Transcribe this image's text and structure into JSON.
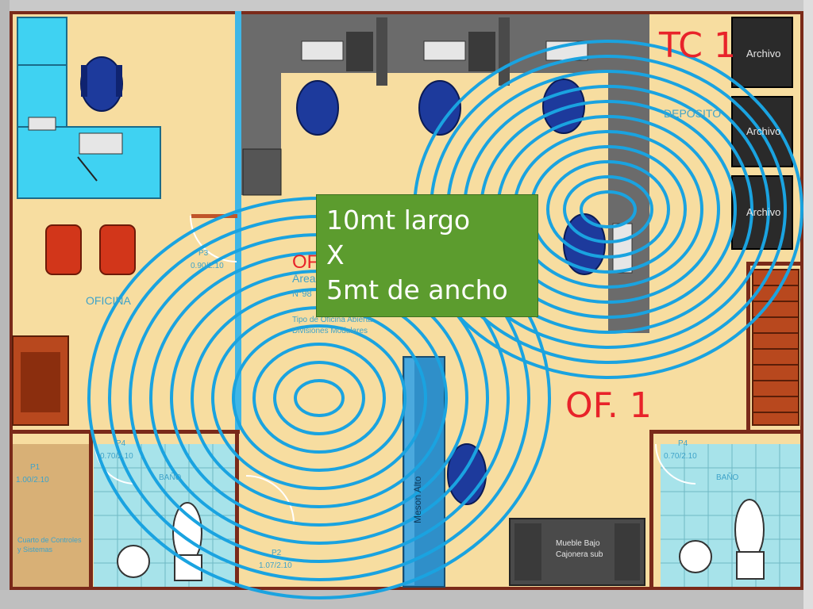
{
  "labels": {
    "tc1": "TC 1",
    "of1": "OF. 1",
    "oficina": "OFICINA",
    "deposito": "DEPOSITO",
    "bano_left": "BAÑO",
    "bano_right": "BAÑO",
    "archivo_1": "Archivo",
    "archivo_2": "Archivo",
    "archivo_3": "Archivo",
    "mueble_1": "Mueble Bajo",
    "mueble_2": "Cajonera sub",
    "meson": "Meson Alto",
    "door_p1": "P1",
    "door_p1_dim": "1.00/2.10",
    "door_p2": "P2",
    "door_p2_dim": "1.07/2.10",
    "door_p3": "P3",
    "door_p3_dim": "0.90/2.10",
    "door_p4_left": "P4",
    "door_p4_left_dim": "0.70/2.10",
    "door_p4_right": "P4",
    "door_p4_right_dim": "0.70/2.10",
    "area_title": "OF",
    "area_sub": "Area",
    "area_num": "N°98",
    "area_note_1": "Tipo de Oficina Abierta",
    "area_note_2": "Divisiones Modulares",
    "cuarto_1": "Cuarto de Controles",
    "cuarto_2": "y Sistemas"
  },
  "dimension_box": {
    "line1": "10mt largo",
    "line2": "X",
    "line3": "5mt de ancho"
  },
  "colors": {
    "floor": "#f7dda0",
    "wall": "#7a2a1a",
    "signal": "#1aa3e0",
    "label_red": "#e8232a",
    "box_green": "#5c9c2e",
    "furniture_cyan": "#3fd2f2",
    "chair_blue": "#1d3a9c",
    "chair_red": "#d2361a",
    "gray_counter": "#6b6b6b",
    "tile": "#a7e3ea"
  }
}
